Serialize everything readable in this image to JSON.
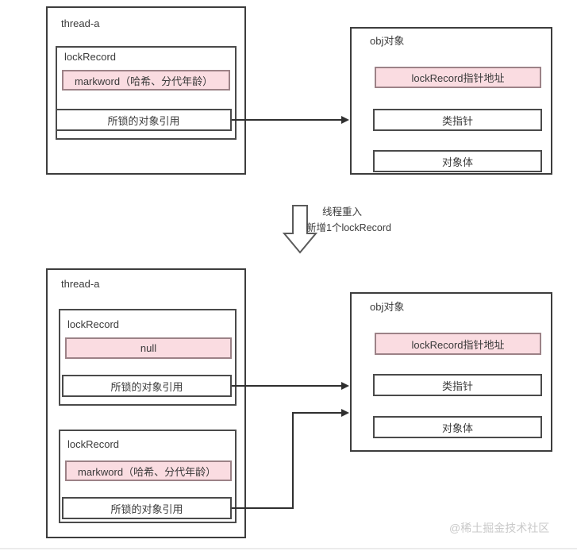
{
  "diagram": {
    "title": "lockRecord reentrant lock diagram",
    "colors": {
      "pink_fill": "#fadce1",
      "pink_border": "#9c8287",
      "box_border": "#3d3d3d",
      "cell_border": "#4a4a4a",
      "connector": "#2f2f2f",
      "watermark": "#c9c9c9"
    }
  },
  "top": {
    "thread": {
      "label": "thread-a",
      "lock_records": [
        {
          "label": "lockRecord",
          "markword_cell": "markword（哈希、分代年龄）",
          "object_ref_cell": "所锁的对象引用"
        }
      ]
    },
    "obj": {
      "label": "obj对象",
      "cells": [
        "lockRecord指针地址",
        "类指针",
        "对象体"
      ]
    }
  },
  "transition": {
    "line1": "线程重入",
    "line2": "新增1个lockRecord"
  },
  "bottom": {
    "thread": {
      "label": "thread-a",
      "lock_records": [
        {
          "label": "lockRecord",
          "markword_cell": "null",
          "object_ref_cell": "所锁的对象引用"
        },
        {
          "label": "lockRecord",
          "markword_cell": "markword（哈希、分代年龄）",
          "object_ref_cell": "所锁的对象引用"
        }
      ]
    },
    "obj": {
      "label": "obj对象",
      "cells": [
        "lockRecord指针地址",
        "类指针",
        "对象体"
      ]
    }
  },
  "watermark": {
    "text": "@稀土掘金技术社区"
  }
}
